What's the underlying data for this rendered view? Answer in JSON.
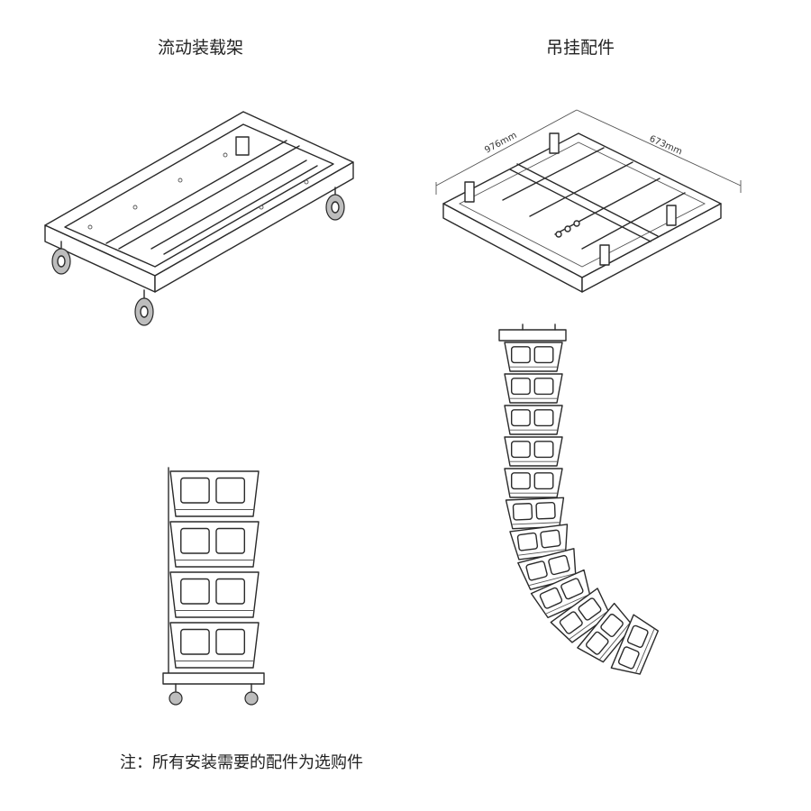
{
  "titles": {
    "flight_cart": "流动装载架",
    "rigging_frame": "吊挂配件"
  },
  "dimensions": {
    "length": "976mm",
    "width": "673mm"
  },
  "footnote": "注：所有安装需要的配件为选购件",
  "stacked_cabinets": 4,
  "curved_array_cabinets": 12
}
